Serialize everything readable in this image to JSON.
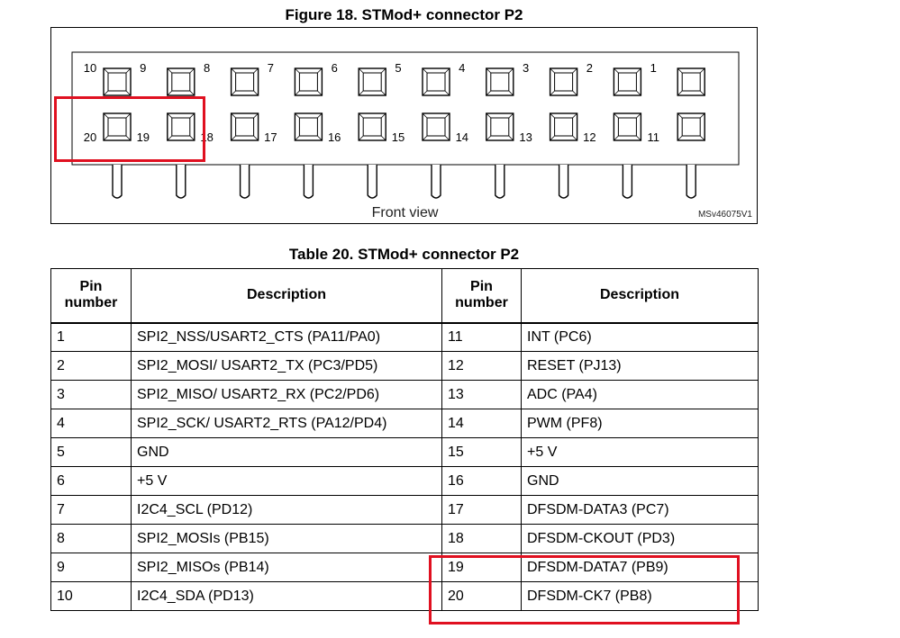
{
  "figure": {
    "caption": "Figure 18. STMod+ connector P2",
    "front_view": "Front view",
    "ref": "MSv46075V1",
    "top_row_pins": [
      "10",
      "9",
      "8",
      "7",
      "6",
      "5",
      "4",
      "3",
      "2",
      "1"
    ],
    "bottom_row_pins": [
      "20",
      "19",
      "18",
      "17",
      "16",
      "15",
      "14",
      "13",
      "12",
      "11"
    ],
    "highlight_color": "#e01020"
  },
  "table": {
    "caption": "Table 20. STMod+ connector P2",
    "headers": [
      "Pin\nnumber",
      "Description",
      "Pin\nnumber",
      "Description"
    ],
    "rows": [
      [
        "1",
        "SPI2_NSS/USART2_CTS (PA11/PA0)",
        "11",
        "INT (PC6)"
      ],
      [
        "2",
        "SPI2_MOSI/ USART2_TX (PC3/PD5)",
        "12",
        "RESET (PJ13)"
      ],
      [
        "3",
        "SPI2_MISO/ USART2_RX (PC2/PD6)",
        "13",
        "ADC (PA4)"
      ],
      [
        "4",
        "SPI2_SCK/ USART2_RTS (PA12/PD4)",
        "14",
        "PWM (PF8)"
      ],
      [
        "5",
        "GND",
        "15",
        "+5 V"
      ],
      [
        "6",
        "+5 V",
        "16",
        "GND"
      ],
      [
        "7",
        "I2C4_SCL (PD12)",
        "17",
        "DFSDM-DATA3 (PC7)"
      ],
      [
        "8",
        "SPI2_MOSIs (PB15)",
        "18",
        "DFSDM-CKOUT (PD3)"
      ],
      [
        "9",
        "SPI2_MISOs (PB14)",
        "19",
        "DFSDM-DATA7 (PB9)"
      ],
      [
        "10",
        "I2C4_SDA (PD13)",
        "20",
        "DFSDM-CK7 (PB8)"
      ]
    ]
  }
}
